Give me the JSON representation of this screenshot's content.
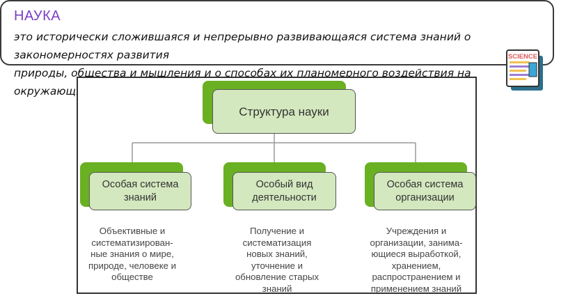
{
  "callout": {
    "title": "НАУКА",
    "line1": "это исторически сложившаяся и непрерывно развивающаяся система знаний о закономерностях развития",
    "line2": "природы, общества и мышления и о способах их планомерного воздействия на окружающий мир"
  },
  "icon": {
    "name": "science-newspaper-icon",
    "label": "SCIENCE"
  },
  "diagram": {
    "root": "Структура науки",
    "colors": {
      "dark_green": "#6ab023",
      "light_green": "#d4e8bf",
      "line": "#999999"
    },
    "branches": [
      {
        "label_line1": "Особая система",
        "label_line2": "знаний",
        "description": [
          "Объективные и",
          "систематизирован-",
          "ные знания о мире,",
          "природе, человеке и",
          "обществе"
        ]
      },
      {
        "label_line1": "Особый вид",
        "label_line2": "деятельности",
        "description": [
          "Получение и",
          "систематизация",
          "новых знаний,",
          "уточнение и",
          "обновление старых",
          "знаний"
        ]
      },
      {
        "label_line1": "Особая система",
        "label_line2": "организации",
        "description": [
          "Учреждения и",
          "организации, занима-",
          "ющиеся выработкой,",
          "хранением,",
          "распространением и",
          "применением знаний"
        ]
      }
    ]
  }
}
